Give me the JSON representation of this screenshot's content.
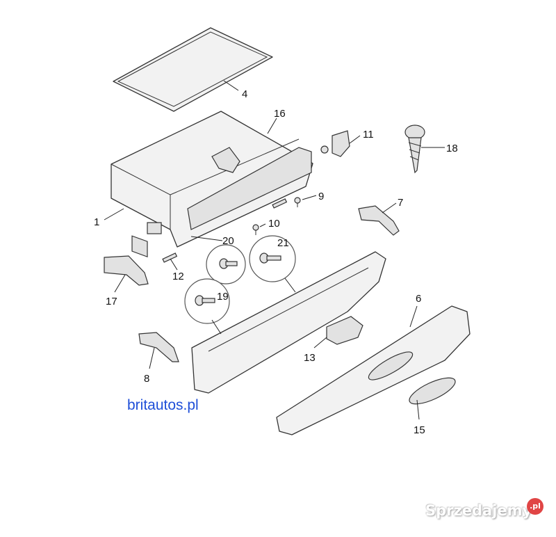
{
  "diagram": {
    "part_labels": {
      "p1": "1",
      "p4": "4",
      "p6": "6",
      "p7": "7",
      "p8": "8",
      "p9": "9",
      "p10": "10",
      "p11": "11",
      "p12": "12",
      "p13": "13",
      "p15": "15",
      "p16": "16",
      "p17": "17",
      "p18": "18",
      "p19": "19",
      "p20": "20",
      "p21": "21"
    }
  },
  "site_text": "britautos.pl",
  "site_color": "#1f4fd8",
  "watermark": {
    "text": "Sprzedajemy",
    "badge": ".pl",
    "badge_color": "#e04545"
  }
}
